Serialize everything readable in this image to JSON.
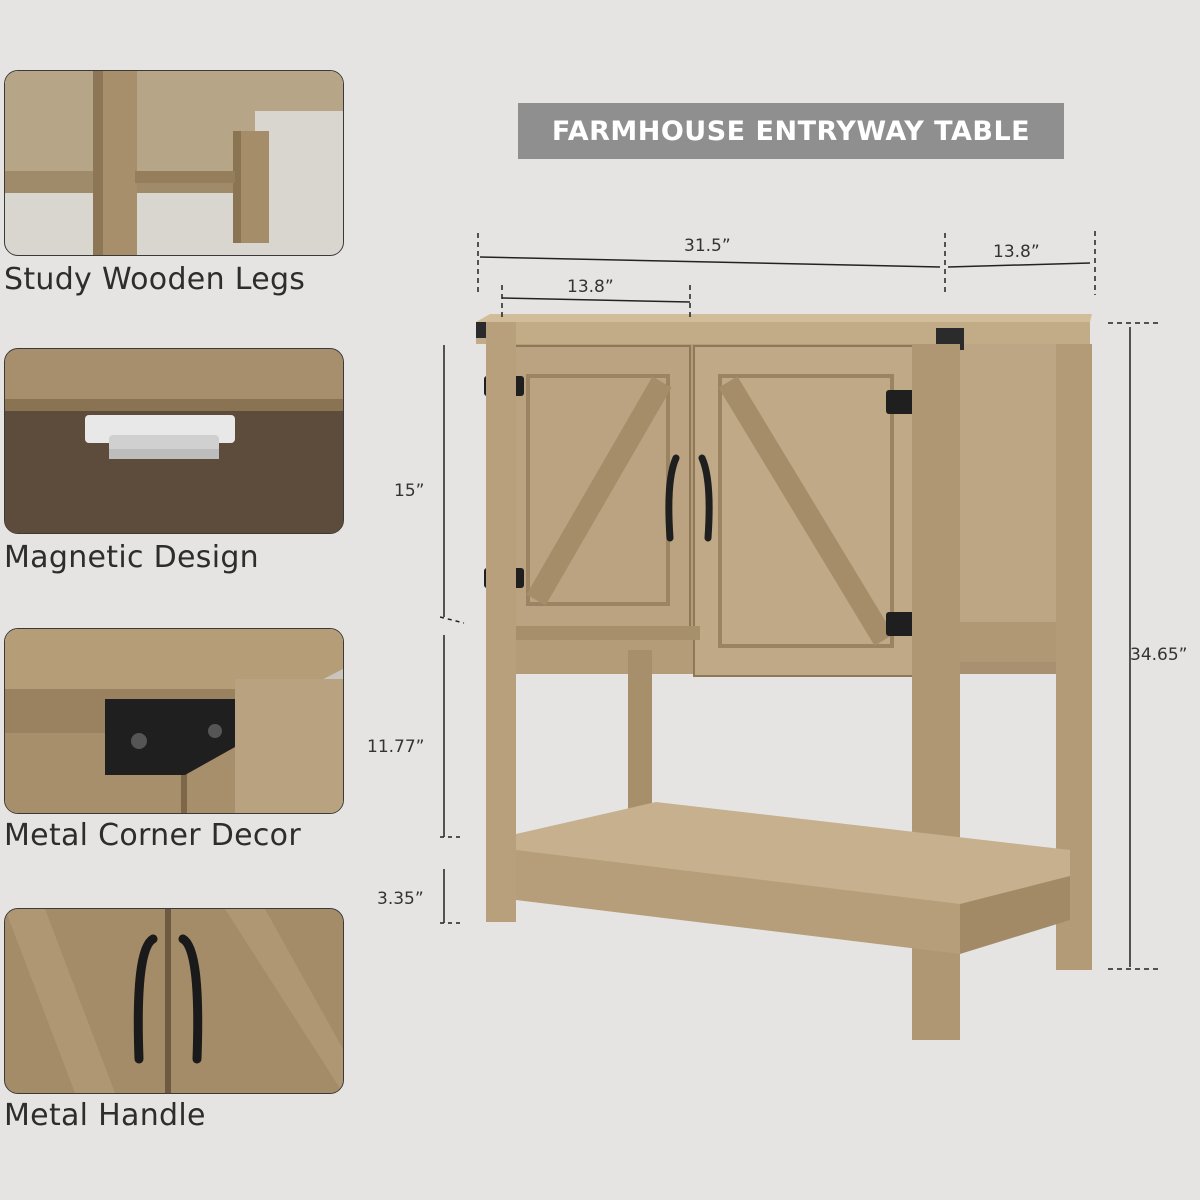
{
  "title": "FARMHOUSE ENTRYWAY TABLE",
  "features": [
    {
      "caption": "Study Wooden Legs",
      "image": "wooden-legs-closeup"
    },
    {
      "caption": "Magnetic Design",
      "image": "magnetic-catch-closeup"
    },
    {
      "caption": "Metal Corner Decor",
      "image": "metal-corner-closeup"
    },
    {
      "caption": "Metal Handle",
      "image": "metal-handle-closeup"
    }
  ],
  "dimensions": {
    "width": "31.5”",
    "depth": "13.8”",
    "door_width": "13.8”",
    "cabinet_height": "15”",
    "leg_gap": "11.77”",
    "shelf_clearance": "3.35”",
    "total_height": "34.65”"
  },
  "colors": {
    "background": "#e5e4e3",
    "title_bg": "#8f8f8f",
    "wood": "#b49c78",
    "hardware": "#1f1f1f"
  }
}
